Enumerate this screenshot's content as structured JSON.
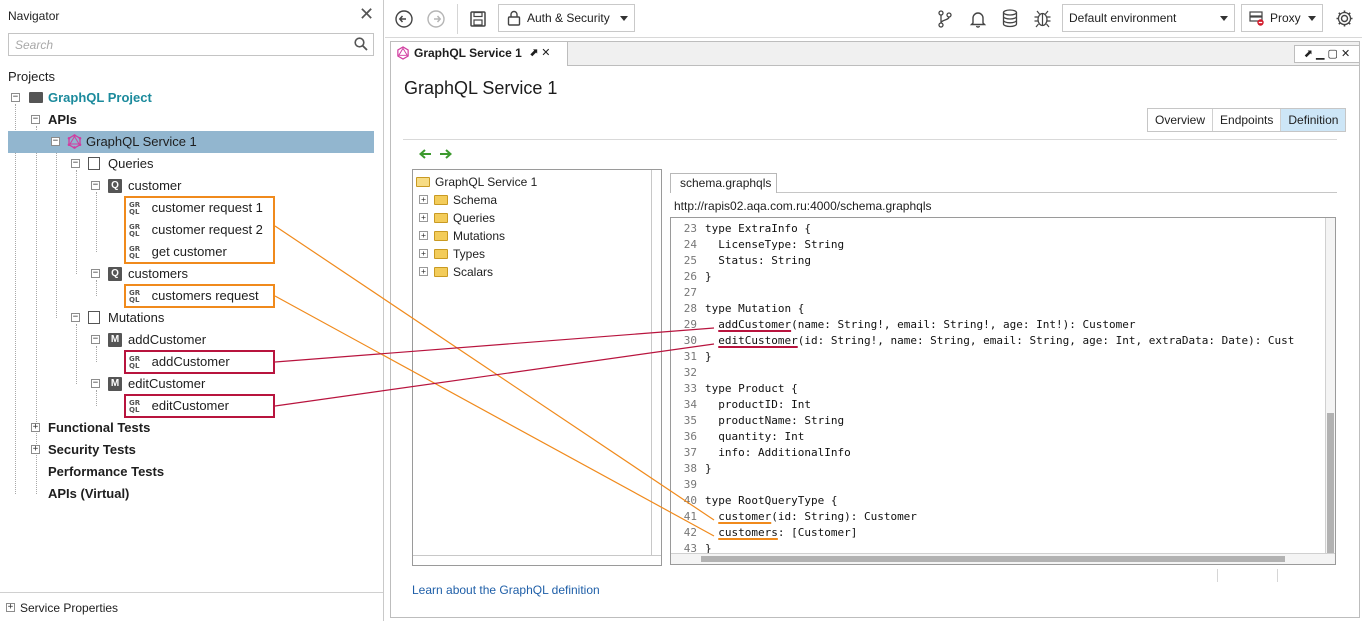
{
  "navigator": {
    "title": "Navigator",
    "close": "✕",
    "search_placeholder": "Search",
    "projects_label": "Projects",
    "project": "GraphQL Project",
    "apis": "APIs",
    "service": "GraphQL Service 1",
    "queries": "Queries",
    "customer": "customer",
    "customer_request_1": "customer request 1",
    "customer_request_2": "customer request 2",
    "get_customer": "get customer",
    "customers": "customers",
    "customers_request": "customers request",
    "mutations": "Mutations",
    "add_customer_group": "addCustomer",
    "add_customer": "addCustomer",
    "edit_customer_group": "editCustomer",
    "edit_customer": "editCustomer",
    "functional_tests": "Functional Tests",
    "security_tests": "Security Tests",
    "performance_tests": "Performance Tests",
    "apis_virtual": "APIs (Virtual)",
    "service_properties": "Service Properties",
    "gr": "GR",
    "ql": "QL",
    "q_badge": "Q",
    "m_badge": "M"
  },
  "toolbar": {
    "auth_security": "Auth & Security",
    "environment": "Default environment",
    "proxy": "Proxy"
  },
  "editor": {
    "tab_label": "GraphQL Service 1",
    "tab_controls": "⬈ ✕",
    "win_controls": "⬈ ▁ ▢ ✕",
    "page_title": "GraphQL Service 1",
    "view_tabs": [
      "Overview",
      "Endpoints",
      "Definition"
    ],
    "active_view": "Definition",
    "learn_link": "Learn about the GraphQL definition"
  },
  "schema_tree": {
    "root": "GraphQL Service 1",
    "items": [
      "Schema",
      "Queries",
      "Mutations",
      "Types",
      "Scalars"
    ]
  },
  "schema_pane": {
    "tab": "schema.graphqls",
    "url": "http://rapis02.aqa.com.ru:4000/schema.graphqls",
    "lines": [
      {
        "n": "23",
        "t": "type ExtraInfo {"
      },
      {
        "n": "24",
        "t": "  LicenseType: String"
      },
      {
        "n": "25",
        "t": "  Status: String"
      },
      {
        "n": "26",
        "t": "}"
      },
      {
        "n": "27",
        "t": ""
      },
      {
        "n": "28",
        "t": "type Mutation {"
      },
      {
        "n": "29",
        "pre": "  ",
        "hl": "addCustomer",
        "post": "(name: String!, email: String!, age: Int!): Customer",
        "color": "red"
      },
      {
        "n": "30",
        "pre": "  ",
        "hl": "editCustomer",
        "post": "(id: String!, name: String, email: String, age: Int, extraData: Date): Cust",
        "color": "red"
      },
      {
        "n": "31",
        "t": "}"
      },
      {
        "n": "32",
        "t": ""
      },
      {
        "n": "33",
        "t": "type Product {"
      },
      {
        "n": "34",
        "t": "  productID: Int"
      },
      {
        "n": "35",
        "t": "  productName: String"
      },
      {
        "n": "36",
        "t": "  quantity: Int"
      },
      {
        "n": "37",
        "t": "  info: AdditionalInfo"
      },
      {
        "n": "38",
        "t": "}"
      },
      {
        "n": "39",
        "t": ""
      },
      {
        "n": "40",
        "t": "type RootQueryType {"
      },
      {
        "n": "41",
        "pre": "  ",
        "hl": "customer",
        "post": "(id: String): Customer",
        "color": "orange"
      },
      {
        "n": "42",
        "pre": "  ",
        "hl": "customers",
        "post": ": [Customer]",
        "color": "orange"
      },
      {
        "n": "43",
        "t": "}"
      }
    ]
  },
  "colors": {
    "accent_orange": "#f08a1c",
    "accent_red": "#b8143e",
    "project_teal": "#1b8a9c",
    "selection": "#92b6cf"
  }
}
